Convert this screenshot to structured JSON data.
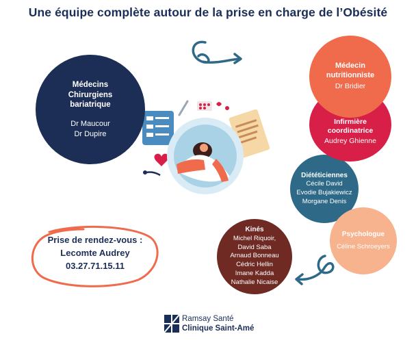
{
  "title": "Une équipe complète autour de la prise en charge de l’Obésité",
  "surgeons": {
    "heading": [
      "Médecins",
      "Chirurgiens",
      "bariatrique"
    ],
    "names": [
      "Dr Maucour",
      "Dr Dupire"
    ]
  },
  "nutrition": {
    "heading": [
      "Médecin",
      "nutritionniste"
    ],
    "names": [
      "Dr Bridier"
    ]
  },
  "nurse": {
    "heading": [
      "Infirmière",
      "coordinatrice"
    ],
    "names": [
      "Audrey Ghienne"
    ]
  },
  "dietitians": {
    "heading": "Diététiciennes",
    "names": [
      "Cécile David",
      "Evodie Bujakiewicz",
      "Morgane Denis"
    ]
  },
  "psychologist": {
    "heading": "Psychologue",
    "names": [
      "Céline  Schroeyers"
    ]
  },
  "physio": {
    "heading": "Kinés",
    "names": [
      "Michel Riquoir,",
      "David Saba",
      "Arnaud Bonneau",
      "Cédric Hellin",
      "Imane Kadda",
      "Nathalie Nicaise"
    ]
  },
  "appointment": {
    "line1": "Prise de rendez-vous :",
    "line2": "Lecomte Audrey",
    "phone": "03.27.71.15.11"
  },
  "logo": {
    "line1": "Ramsay Santé",
    "line2": "Clinique Saint-Amé"
  },
  "colors": {
    "navy": "#1c2e55",
    "orange": "#f06a4c",
    "red": "#d81f48",
    "teal": "#2e6a88",
    "peach": "#f7b38e",
    "brown": "#6e2a23",
    "arrow": "#2e6a88"
  },
  "icons": [
    "curved-arrow-icon",
    "medical-illustration",
    "ramsay-logo-icon"
  ]
}
